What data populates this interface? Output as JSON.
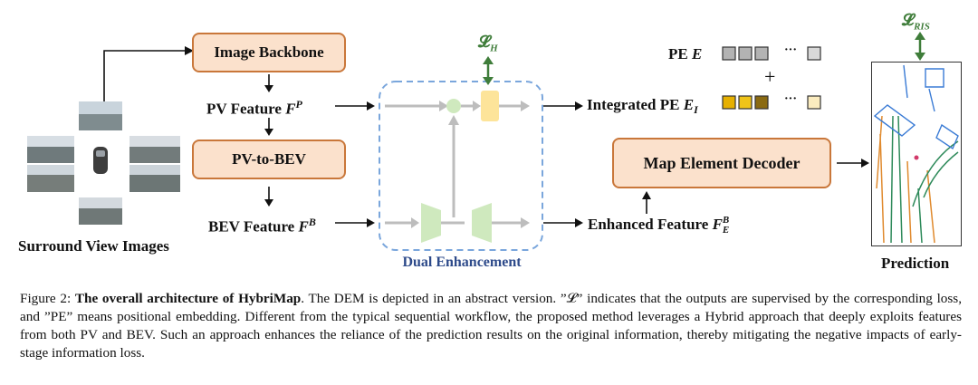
{
  "figure": {
    "boxes": {
      "image_backbone": "Image Backbone",
      "pv_to_bev": "PV-to-BEV",
      "map_element_decoder": "Map Element Decoder"
    },
    "labels": {
      "pv_feature": "PV Feature",
      "pv_feature_sym": "F",
      "pv_feature_sup": "P",
      "bev_feature": "BEV Feature",
      "bev_feature_sym": "F",
      "bev_feature_sup": "B",
      "surround_view": "Surround View Images",
      "pe_e": "PE",
      "pe_e_sym": "E",
      "integrated_pe": "Integrated PE",
      "integrated_pe_sym": "E",
      "integrated_pe_sub": "I",
      "enhanced_feature": "Enhanced  Feature",
      "enhanced_feature_sym": "F",
      "enhanced_feature_sub": "E",
      "enhanced_feature_sup": "B",
      "dual_enhancement": "Dual Enhancement",
      "prediction": "Prediction",
      "loss_h": "𝓛",
      "loss_h_sub": "H",
      "loss_ris": "𝓛",
      "loss_ris_sub": "RIS",
      "plus": "+",
      "ellipsis": "···"
    },
    "colors": {
      "box_fill": "#fbe1cc",
      "box_border": "#c9773a",
      "dashed_border": "#7aa6dc",
      "green_arrow": "#3f7d3a",
      "gray_arrow": "#bdbdbd",
      "pe_gray": "#b3b3b3",
      "pe_gold": "#e6b000",
      "pe_dark": "#8a6a12",
      "pe_light": "#fbecbf",
      "caption_title": "#111111"
    }
  },
  "caption": {
    "prefix": "Figure 2: ",
    "title": "The overall architecture of HybriMap",
    "body": ". The DEM is depicted in an abstract version. ”𝓛” indicates that the outputs are supervised by the corresponding loss, and ”PE” means positional embedding.  Different from the typical sequential workflow, the proposed method leverages a Hybrid approach that deeply exploits features from both PV and BEV. Such an approach enhances the reliance of the prediction results on the original information, thereby mitigating the negative impacts of early-stage information loss."
  }
}
